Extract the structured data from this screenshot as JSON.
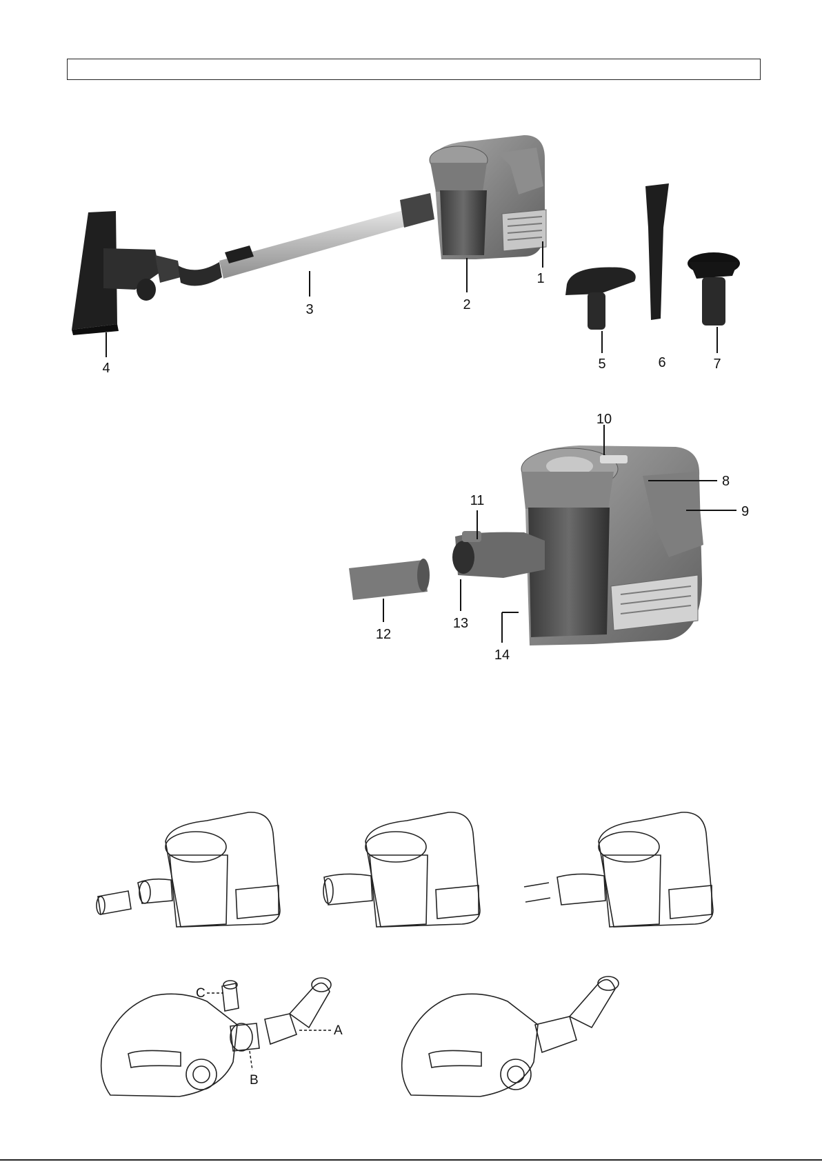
{
  "header": {
    "title": ""
  },
  "callouts": {
    "c1": "1",
    "c2": "2",
    "c3": "3",
    "c4": "4",
    "c5": "5",
    "c6": "6",
    "c7": "7",
    "c8": "8",
    "c9": "9",
    "c10": "10",
    "c11": "11",
    "c12": "12",
    "c13": "13",
    "c14": "14"
  },
  "letters": {
    "a": "A",
    "b": "B",
    "c": "C"
  },
  "colors": {
    "body": "#8a8a8a",
    "dark": "#2b2b2b",
    "tube": "#c9c9c9",
    "line": "#111111"
  }
}
